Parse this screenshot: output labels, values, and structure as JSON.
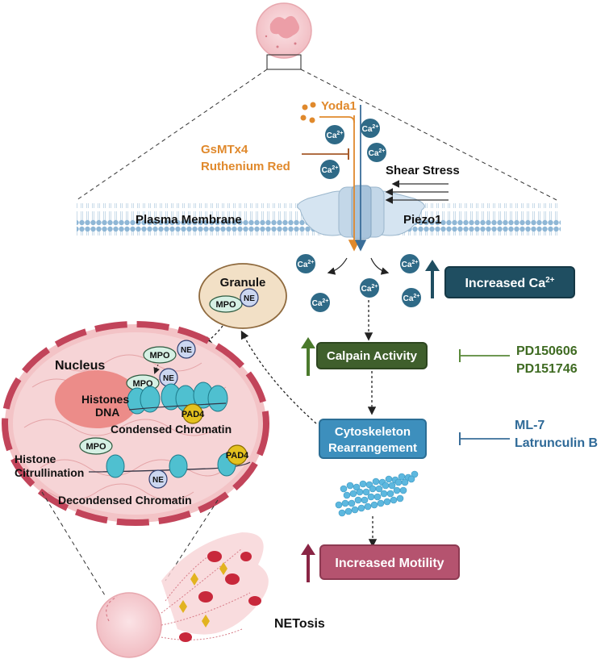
{
  "drug_yoda": "Yoda1",
  "drug_gsmtx4": "GsMTx4",
  "drug_ruthenium": "Ruthenium Red",
  "shear_stress": "Shear Stress",
  "plasma_membrane": "Plasma Membrane",
  "piezo1": "Piezo1",
  "ca_ion": {
    "base": "Ca",
    "charge": "2+"
  },
  "increased_ca": {
    "base": "Increased Ca",
    "charge": "2+"
  },
  "calpain_activity": "Calpain Activity",
  "calpain_inhibitors": [
    "PD150606",
    "PD151746"
  ],
  "cytoskeleton": [
    "Cytoskeleton",
    "Rearrangement"
  ],
  "cytoskeleton_inhibitors": [
    "ML-7",
    "Latrunculin B"
  ],
  "increased_motility": "Increased Motility",
  "granule": "Granule",
  "mpo": "MPO",
  "ne": "NE",
  "pad4": "PAD4",
  "nucleus": "Nucleus",
  "histones": "Histones",
  "dna": "DNA",
  "condensed_chromatin": "Condensed Chromatin",
  "histone_citrullination": [
    "Histone",
    "Citrullination"
  ],
  "decondensed_chromatin": "Decondensed Chromatin",
  "netosis": "NETosis",
  "colors": {
    "orange": "#e0892c",
    "ca_ion": "#2f6a87",
    "dark_teal": "#1f4e61",
    "calpain_green": "#4b6e33",
    "cyto_blue": "#3d8fbd",
    "motility_red": "#b5536f",
    "membrane": "#8fb7d6",
    "nucleus_pink": "#e87f7c"
  }
}
